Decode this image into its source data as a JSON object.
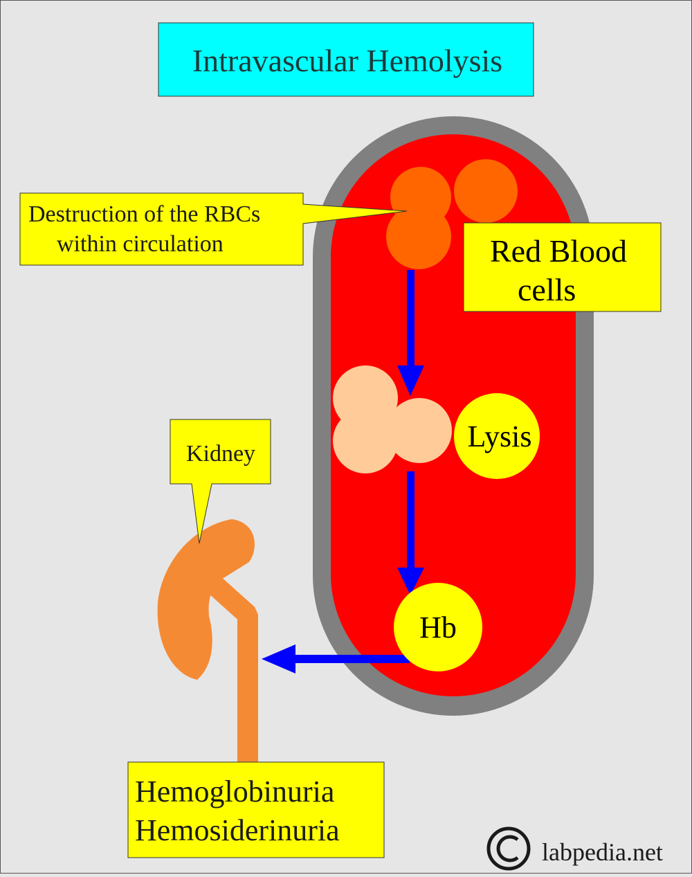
{
  "title": "Intravascular Hemolysis",
  "callouts": {
    "destruction": [
      "Destruction of the RBCs",
      "within circulation"
    ],
    "red_blood_cells": [
      "Red Blood",
      "cells"
    ],
    "kidney": "Kidney",
    "outcomes": [
      "Hemoglobinuria",
      "Hemosiderinuria"
    ]
  },
  "nodes": {
    "lysis": "Lysis",
    "hb": "Hb"
  },
  "copyright": {
    "symbol": "©",
    "text": "labpedia.net"
  },
  "colors": {
    "background": "#e6e6e6",
    "title_box": "#00ffff",
    "vessel_wall": "#808080",
    "blood": "#ff0000",
    "intact_rbc": "#ff6600",
    "lysed_rbc": "#ffcc99",
    "label_box": "#ffff00",
    "arrow": "#0000ff",
    "kidney": "#f58a35"
  }
}
